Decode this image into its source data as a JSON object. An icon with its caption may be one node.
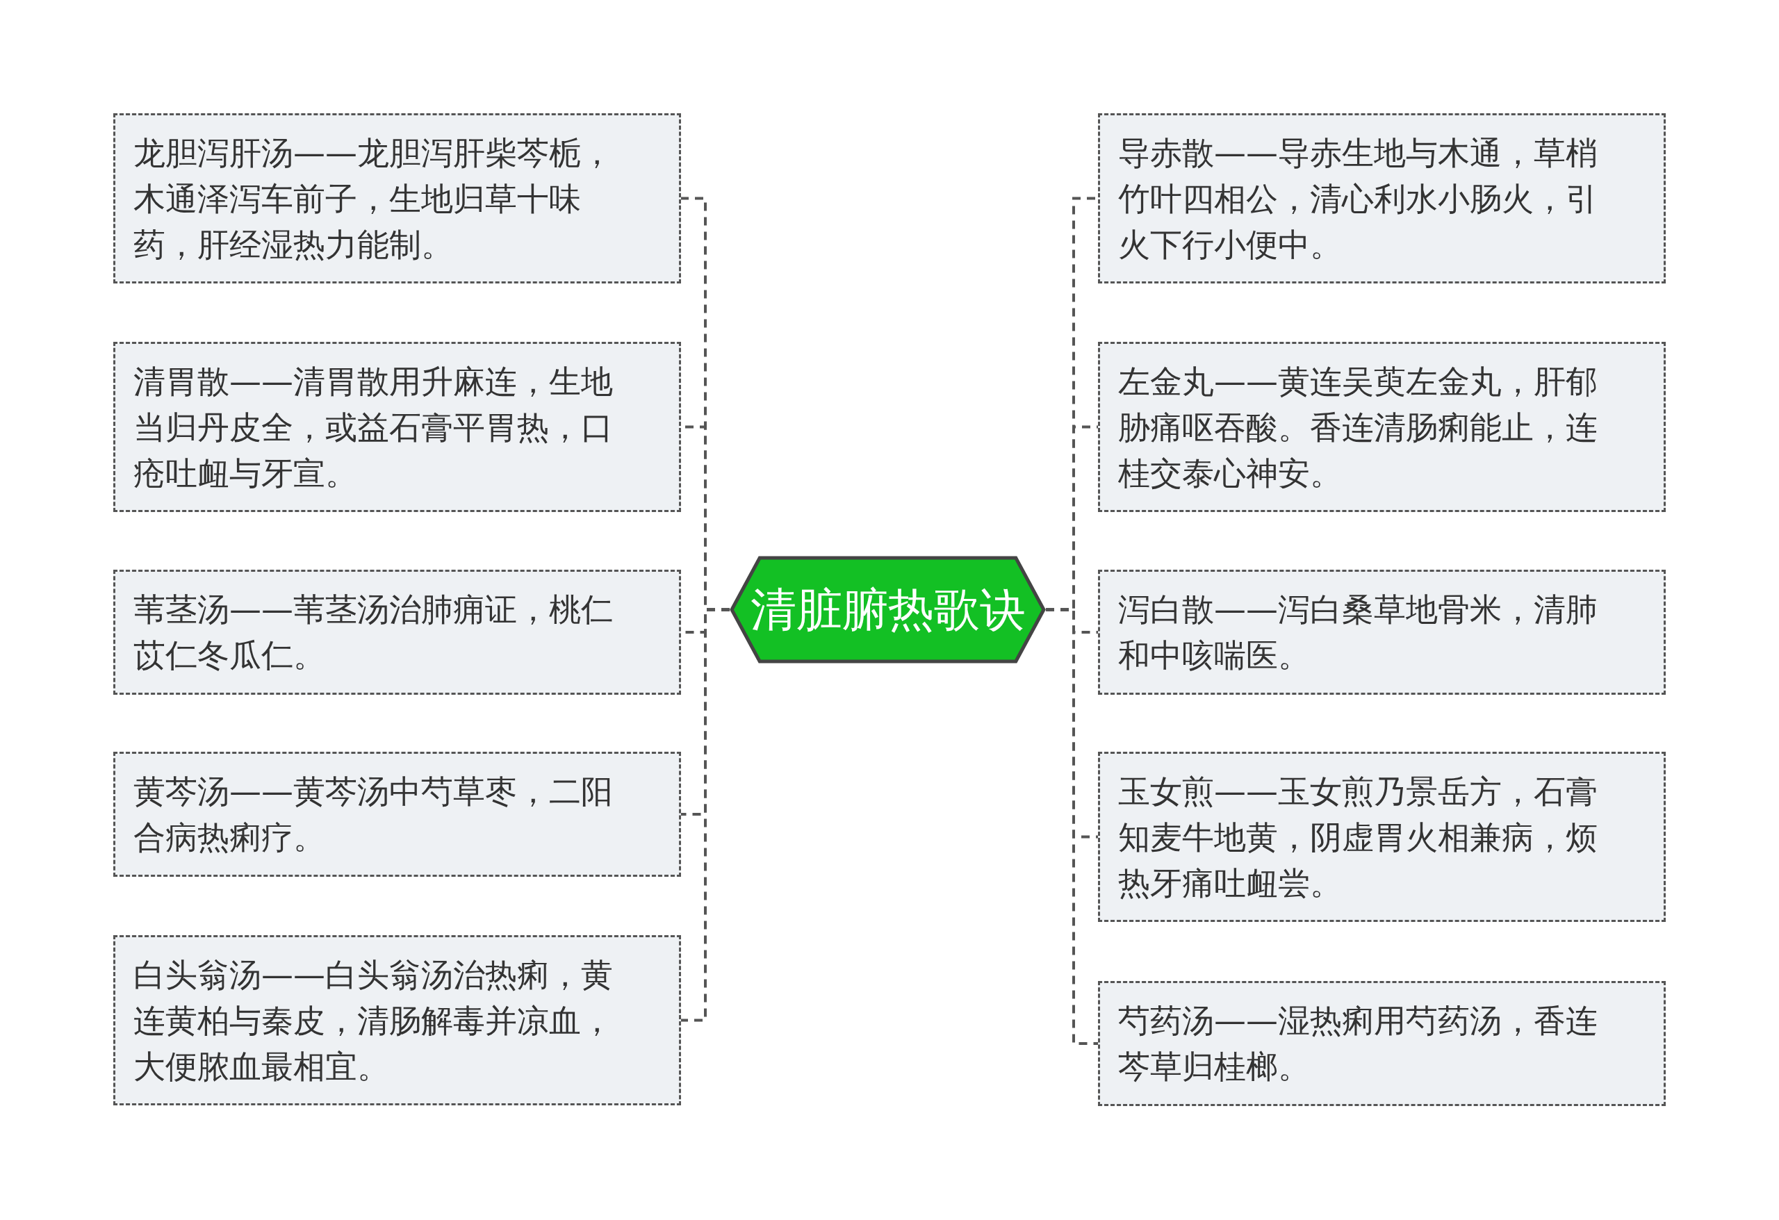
{
  "diagram": {
    "nodes": [
      {
        "text": [
          "清脏腑热歌诀"
        ]
      },
      {
        "text": [
          "龙胆泻肝汤——龙胆泻肝柴芩栀，木通泽泻车前子，生地归草十味药，肝经湿热力能制。"
        ]
      },
      {
        "text": [
          "清胃散——清胃散用升麻连，生地当归丹皮全，或益石膏平胃热，口疮吐衄与牙宣。"
        ]
      },
      {
        "text": [
          "苇茎汤——苇茎汤治肺痈证，桃仁苡仁冬瓜仁。"
        ]
      },
      {
        "text": [
          "黄芩汤——黄芩汤中芍草枣，二阳合病热痢疗。"
        ]
      },
      {
        "text": [
          "白头翁汤——白头翁汤治热痢，黄连黄柏与秦皮，清肠解毒并凉血，大便脓血最相宜。"
        ]
      },
      {
        "text": [
          "导赤散——导赤生地与木通，草梢竹叶四相公，清心利水小肠火，引火下行小便中。"
        ]
      },
      {
        "text": [
          "左金丸——黄连吴萸左金丸，肝郁胁痛呕吞酸。香连清肠痢能止，连桂交泰心神安。"
        ]
      },
      {
        "text": [
          "泻白散——泻白桑草地骨米，清肺和中咳喘医。"
        ]
      },
      {
        "text": [
          "玉女煎——玉女煎乃景岳方，石膏知麦牛地黄，阴虚胃火相兼病，烦热牙痛吐衄尝。"
        ]
      },
      {
        "text": [
          "芍药汤——湿热痢用芍药汤，香连芩草归桂榔。"
        ]
      }
    ],
    "edges": [
      {
        "from": 0,
        "to": 1,
        "arrow": "none"
      },
      {
        "from": 0,
        "to": 2,
        "arrow": "none"
      },
      {
        "from": 0,
        "to": 3,
        "arrow": "none"
      },
      {
        "from": 0,
        "to": 4,
        "arrow": "none"
      },
      {
        "from": 0,
        "to": 5,
        "arrow": "none"
      },
      {
        "from": 0,
        "to": 6,
        "arrow": "none"
      },
      {
        "from": 0,
        "to": 7,
        "arrow": "none"
      },
      {
        "from": 0,
        "to": 8,
        "arrow": "none"
      },
      {
        "from": 0,
        "to": 9,
        "arrow": "none"
      },
      {
        "from": 0,
        "to": 10,
        "arrow": "none"
      }
    ]
  }
}
